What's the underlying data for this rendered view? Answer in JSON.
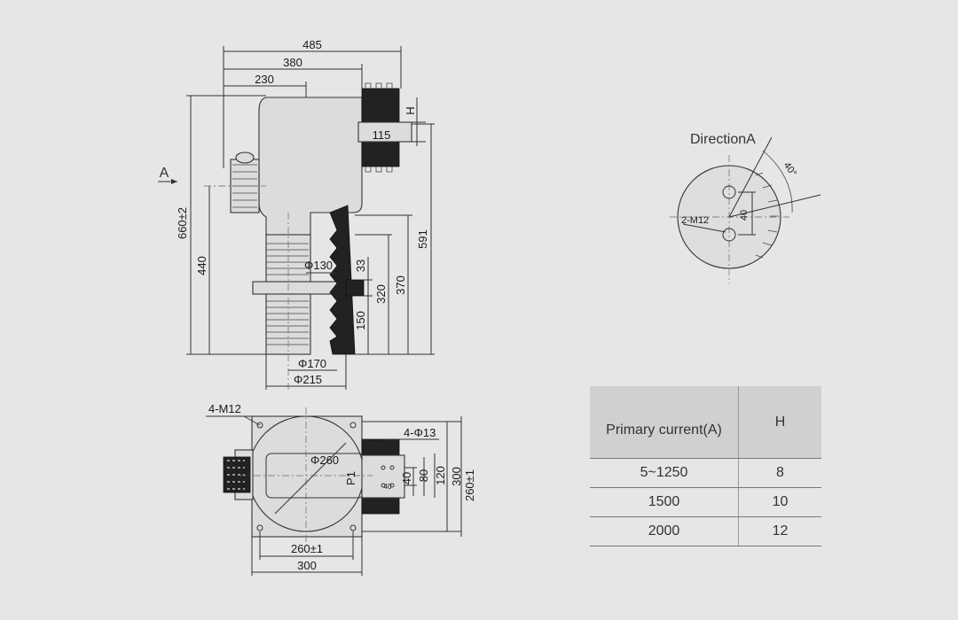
{
  "front_view": {
    "dims": {
      "d485": "485",
      "d380": "380",
      "d230": "230",
      "dH": "H",
      "d115": "115",
      "d660": "660±2",
      "d440": "440",
      "d591": "591",
      "d370": "370",
      "d320": "320",
      "d33": "33",
      "d150": "150",
      "d130": "Φ130",
      "d170": "Φ170",
      "d215": "Φ215"
    },
    "arrow_label": "A"
  },
  "direction_view": {
    "title": "DirectionA",
    "hole_label": "2-M12",
    "spacing": "40",
    "angle": "40°"
  },
  "top_view": {
    "dims": {
      "m12": "4-M12",
      "phi13": "4-Φ13",
      "phi260": "Φ260",
      "p1": "P1",
      "d40s": "40",
      "d40": "40",
      "d80": "80",
      "d120": "120",
      "d260v": "260±1",
      "d300v": "300",
      "d260h": "260±1",
      "d300h": "300"
    }
  },
  "table": {
    "headers": [
      "Primary current(A)",
      "H"
    ],
    "rows": [
      [
        "5~1250",
        "8"
      ],
      [
        "1500",
        "10"
      ],
      [
        "2000",
        "12"
      ]
    ]
  }
}
